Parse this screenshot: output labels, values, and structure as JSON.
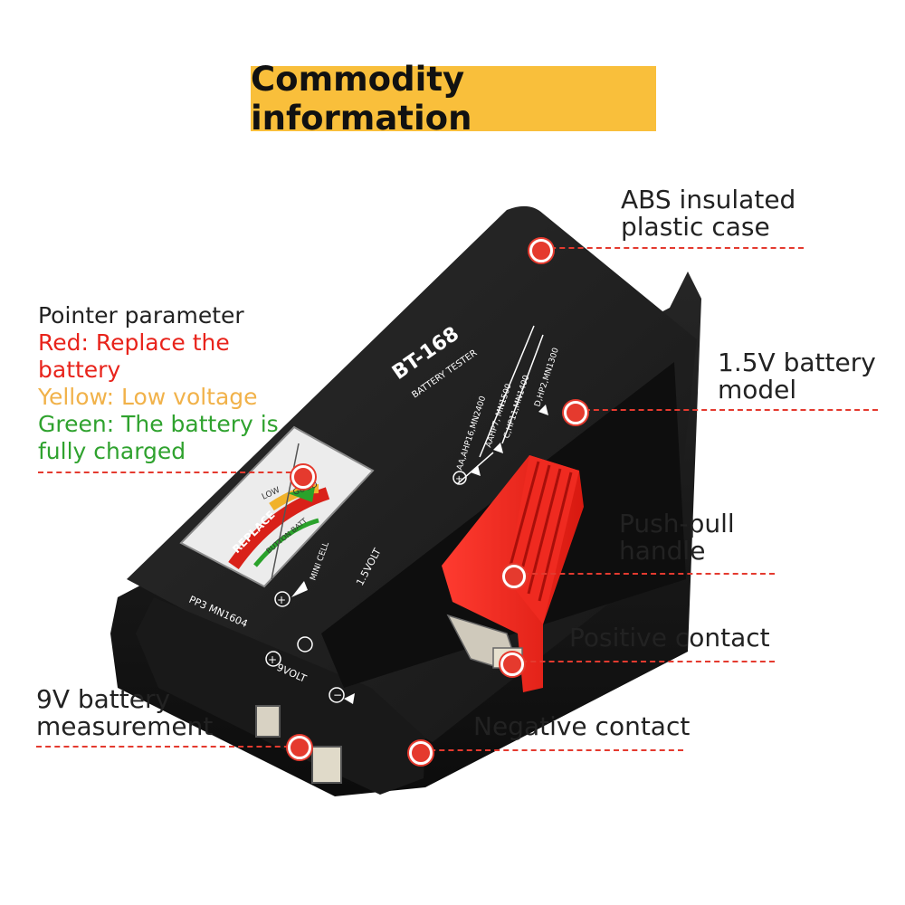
{
  "title": "Commodity information",
  "device": {
    "model": "BT-168",
    "subtitle": "BATTERY TESTER",
    "models_1_5v": [
      "AA,AHP16,MN2400",
      "AAHP7, MN1500",
      "C,HP11,MN1400",
      "D,HP2,MN1300"
    ],
    "voltage_1_5": "1.5VOLT",
    "model_9v": "PP3 MN1604",
    "voltage_9": "9VOLT",
    "meter": {
      "replace": "REPLACE",
      "low": "LOW",
      "good": "GOOD",
      "button": "BUTTON BATT",
      "mini_cell": "MINI CELL"
    }
  },
  "legend": {
    "heading": "Pointer parameter",
    "red_line1": "Red: Replace the",
    "red_line2": "battery",
    "yellow": "Yellow: Low voltage",
    "green_line1": "Green: The battery is",
    "green_line2": "fully charged"
  },
  "callouts": {
    "case_line1": "ABS insulated",
    "case_line2": "plastic case",
    "model_line1": "1.5V battery",
    "model_line2": "model",
    "handle_line1": "Push-pull",
    "handle_line2": "handle",
    "positive": "Positive contact",
    "negative": "Negative contact",
    "nine_line1": "9V battery",
    "nine_line2": "measurement"
  },
  "colors": {
    "accent_red": "#e53a2e",
    "banner": "#f9bf3b",
    "legend_red": "#e8231b",
    "legend_yellow": "#f1b24a",
    "legend_green": "#2fa22e"
  }
}
